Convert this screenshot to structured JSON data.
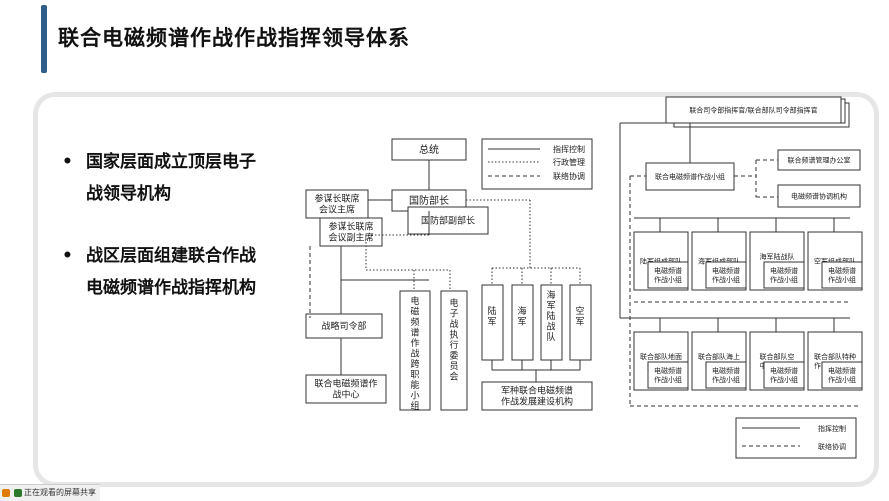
{
  "slide": {
    "title": "联合电磁频谱作战作战指挥领导体系",
    "bullets": [
      {
        "lines": [
          "国家层面成立顶层电子",
          "战领导机构"
        ]
      },
      {
        "lines": [
          "战区层面组建联合作战",
          "电磁频谱作战指挥机构"
        ]
      }
    ],
    "bullet_marker": "•"
  },
  "left_diagram": {
    "top": "总统",
    "secdef": "国防部长",
    "dep_secdef": "国防部副部长",
    "cjcs": "参谋长联席\n会议主席",
    "vcjcs": "参谋长联席\n会议副主席",
    "stratcom": "战略司令部",
    "jemsoc": "联合电磁频谱作\n战中心",
    "cross_team": "电磁频谱作战跨职能小组",
    "ew_committee": "电子战执行委员会",
    "army": "陆军",
    "navy": "海军",
    "marines": "海军陆战队",
    "airforce": "空军",
    "joint_org": "军种联合电磁频谱\n作战发展建设机构",
    "legend": {
      "command": "指挥控制",
      "admin": "行政管理",
      "coord": "联络协调"
    }
  },
  "right_diagram": {
    "commander": "联合司令部指挥官/联合部队司令部指挥官",
    "cell": "联合电磁频谱作战小组",
    "office": "联合频谱管理办公室",
    "coord_body": "电磁频谱协调机构",
    "components": [
      {
        "name": "陆军组成部队",
        "sub": "电磁频谱\n作战小组"
      },
      {
        "name": "海军组成部队",
        "sub": "电磁频谱\n作战小组"
      },
      {
        "name": "海军陆战队\n组成部队",
        "sub": "电磁频谱\n作战小组"
      },
      {
        "name": "空军组成部队",
        "sub": "电磁频谱\n作战小组"
      }
    ],
    "functional": [
      {
        "name": "联合部队地面\n组成部队",
        "sub": "电磁频谱\n作战小组"
      },
      {
        "name": "联合部队海上\n组成部队",
        "sub": "电磁频谱\n作战小组"
      },
      {
        "name": "联合部队空\n中组成部队",
        "sub": "电磁频谱\n作战小组"
      },
      {
        "name": "联合部队特种\n作战组成部队",
        "sub": "电磁频谱\n作战小组"
      }
    ],
    "legend": {
      "command": "指挥控制",
      "coord": "联络协调"
    }
  },
  "footer": {
    "text": "正在观看的屏幕共享"
  },
  "colors": {
    "accent": "#2f5d8c"
  }
}
